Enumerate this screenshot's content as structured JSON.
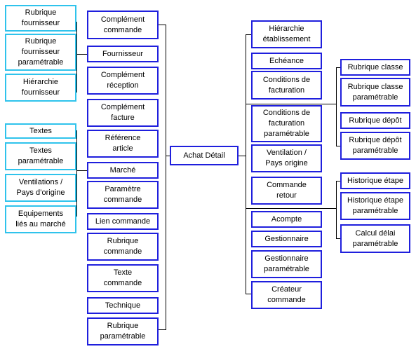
{
  "colors": {
    "primary_border": "#1f1fdd",
    "secondary_border": "#2fc3ec",
    "connector": "#000000"
  },
  "center": {
    "label": "Achat Détail"
  },
  "left_primary": [
    "Complément\ncommande",
    "Fournisseur",
    "Complément\nréception",
    "Complément\nfacture",
    "Référence\narticle",
    "Marché",
    "Paramètre\ncommande",
    "Lien commande",
    "Rubrique\ncommande",
    "Texte\ncommande",
    "Technique",
    "Rubrique\nparamétrable"
  ],
  "left_secondary": [
    "Rubrique\nfournisseur",
    "Rubrique\nfournisseur\nparamétrable",
    "Hiérarchie\nfournisseur",
    "Textes",
    "Textes\nparamétrable",
    "Ventilations /\nPays d’origine",
    "Equipements\nliés au marché"
  ],
  "right_primary": [
    "Hiérarchie\nétablissement",
    "Echéance",
    "Conditions de\nfacturation",
    "Conditions de\nfacturation\nparamétrable",
    "Ventilation /\nPays origine",
    "Commande\nretour",
    "Acompte",
    "Gestionnaire",
    "Gestionnaire\nparamétrable",
    "Créateur\ncommande"
  ],
  "right_secondary": [
    "Rubrique classe",
    "Rubrique classe\nparamétrable",
    "Rubrique dépôt",
    "Rubrique dépôt\nparamétrable",
    "Historique étape",
    "Historique étape\nparamétrable",
    "Calcul délai\nparamétrable"
  ]
}
